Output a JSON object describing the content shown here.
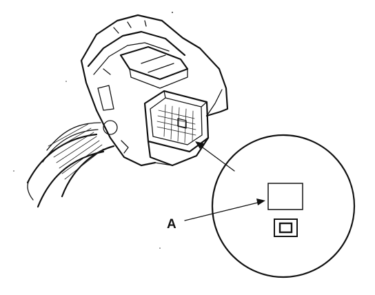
{
  "callout": {
    "label": "A",
    "target": "connector-terminal-window"
  },
  "components": {
    "connector": "wire-harness-connector",
    "detail": "magnified-inset-circle"
  },
  "colors": {
    "ink": "#111111",
    "background": "#ffffff"
  }
}
